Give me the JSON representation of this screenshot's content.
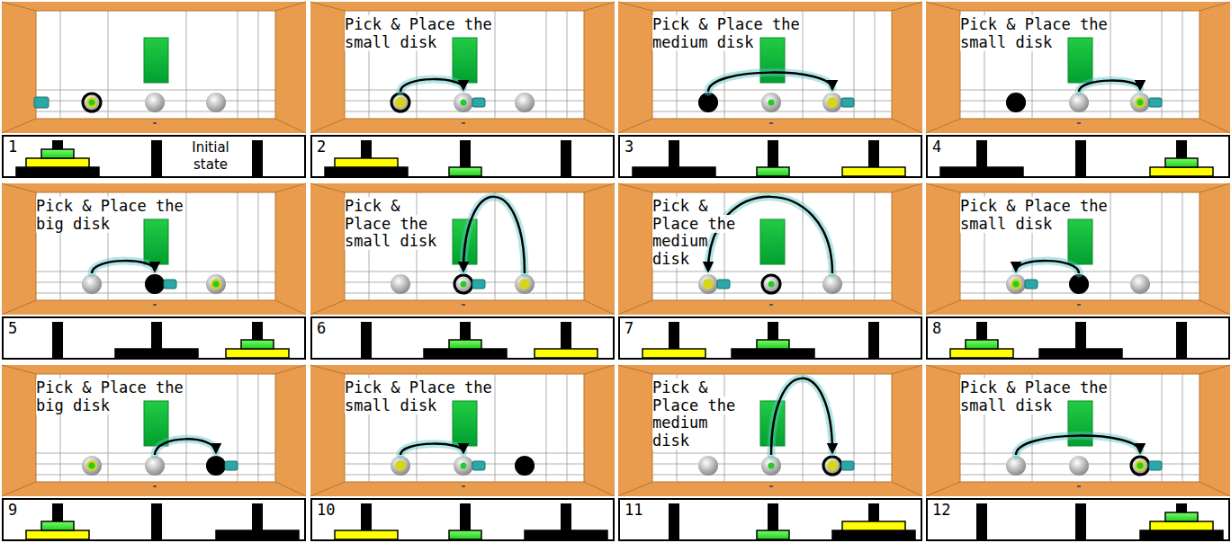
{
  "diagram": {
    "nodes": [
      {
        "text": [
          "1",
          "Initial state"
        ]
      },
      {
        "text": [
          "Pick & Place the small disk"
        ]
      },
      {
        "text": [
          "2"
        ]
      },
      {
        "text": [
          "Pick & Place the medium disk"
        ]
      },
      {
        "text": [
          "3"
        ]
      },
      {
        "text": [
          "Pick & Place the small disk"
        ]
      },
      {
        "text": [
          "4"
        ]
      },
      {
        "text": [
          "Pick & Place the big disk"
        ]
      },
      {
        "text": [
          "5"
        ]
      },
      {
        "text": [
          "Pick & Place the small disk"
        ]
      },
      {
        "text": [
          "6"
        ]
      },
      {
        "text": [
          "Pick & Place the medium disk"
        ]
      },
      {
        "text": [
          "7"
        ]
      },
      {
        "text": [
          "Pick & Place the small disk"
        ]
      },
      {
        "text": [
          "8"
        ]
      },
      {
        "text": [
          "Pick & Place the big disk"
        ]
      },
      {
        "text": [
          "9"
        ]
      },
      {
        "text": [
          "Pick & Place the small disk"
        ]
      },
      {
        "text": [
          "10"
        ]
      },
      {
        "text": [
          "Pick & Place the medium disk"
        ]
      },
      {
        "text": [
          "11"
        ]
      },
      {
        "text": [
          "Pick & Place the small disk"
        ]
      },
      {
        "text": [
          "12"
        ]
      }
    ]
  }
}
